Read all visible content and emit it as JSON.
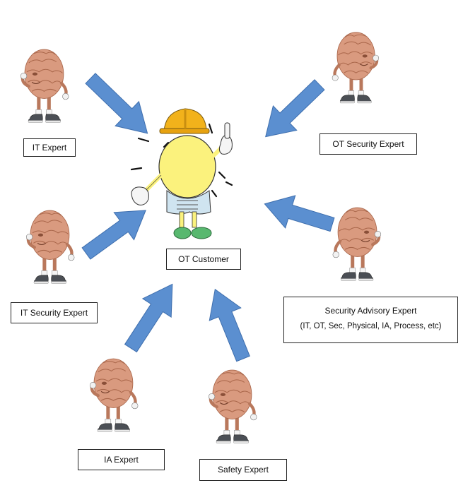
{
  "center": {
    "label": "OT Customer"
  },
  "experts": [
    {
      "id": "it",
      "label": "IT Expert"
    },
    {
      "id": "ot-sec",
      "label": "OT Security Expert"
    },
    {
      "id": "it-sec",
      "label": "IT Security Expert"
    },
    {
      "id": "sec-adv",
      "label": "Security Advisory Expert",
      "sublabel": "(IT, OT, Sec, Physical, IA, Process, etc)"
    },
    {
      "id": "ia",
      "label": "IA Expert"
    },
    {
      "id": "safety",
      "label": "Safety Expert"
    }
  ],
  "colors": {
    "arrow": "#5b8fd0",
    "arrow_edge": "#3f6fae",
    "brain": "#d99a7f",
    "brain_dark": "#a9664a",
    "bulb": "#fbf27d",
    "hardhat": "#f2b21b",
    "shoes": "#58b86f"
  }
}
